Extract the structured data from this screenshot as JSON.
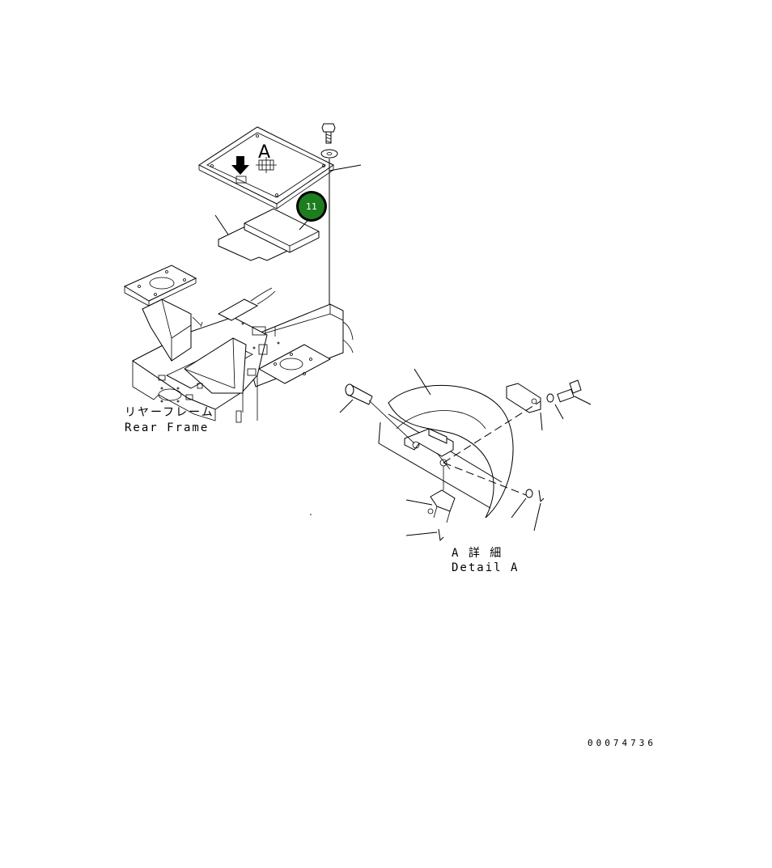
{
  "labels": {
    "rear_frame_jp": "リヤーフレーム",
    "rear_frame_en": "Rear Frame",
    "detail_a_jp": "A 詳 細",
    "detail_a_en": "Detail A",
    "view_marker": "A",
    "drawing_number": "00074736"
  },
  "callout": {
    "number": "11",
    "color": "#1e7d1e",
    "ring_color": "#000000"
  }
}
